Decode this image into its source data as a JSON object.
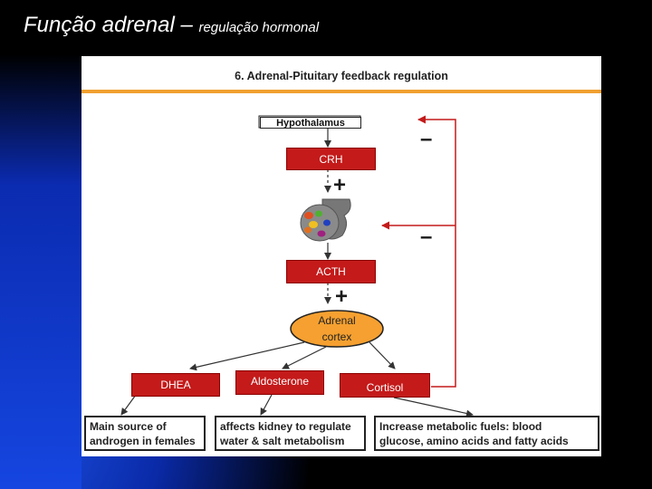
{
  "slide": {
    "title_main": "Função adrenal",
    "title_dash": " – ",
    "title_sub": "regulação hormonal"
  },
  "diagram": {
    "heading": "6. Adrenal-Pituitary feedback regulation",
    "hypothalamus": "Hypothalamus",
    "crh": "CRH",
    "acth": "ACTH",
    "adrenal_line1": "Adrenal",
    "adrenal_line2": "cortex",
    "dhea": "DHEA",
    "aldosterone": "Aldosterone",
    "cortisol": "Cortisol",
    "plus_sign": "+",
    "minus_sign": "–",
    "dhea_desc_line1": "Main source of",
    "dhea_desc_line2": "androgen in females",
    "aldo_desc_line1": "affects kidney to regulate",
    "aldo_desc_line2": "water & salt metabolism",
    "cortisol_desc_line1": "Increase metabolic fuels: blood",
    "cortisol_desc_line2": "glucose, amino acids and fatty acids"
  },
  "colors": {
    "background": "#000000",
    "accent_blue": "#1546e0",
    "box_red": "#c41a1a",
    "adrenal_orange": "#f5a030",
    "rule_orange": "#f0a030"
  }
}
